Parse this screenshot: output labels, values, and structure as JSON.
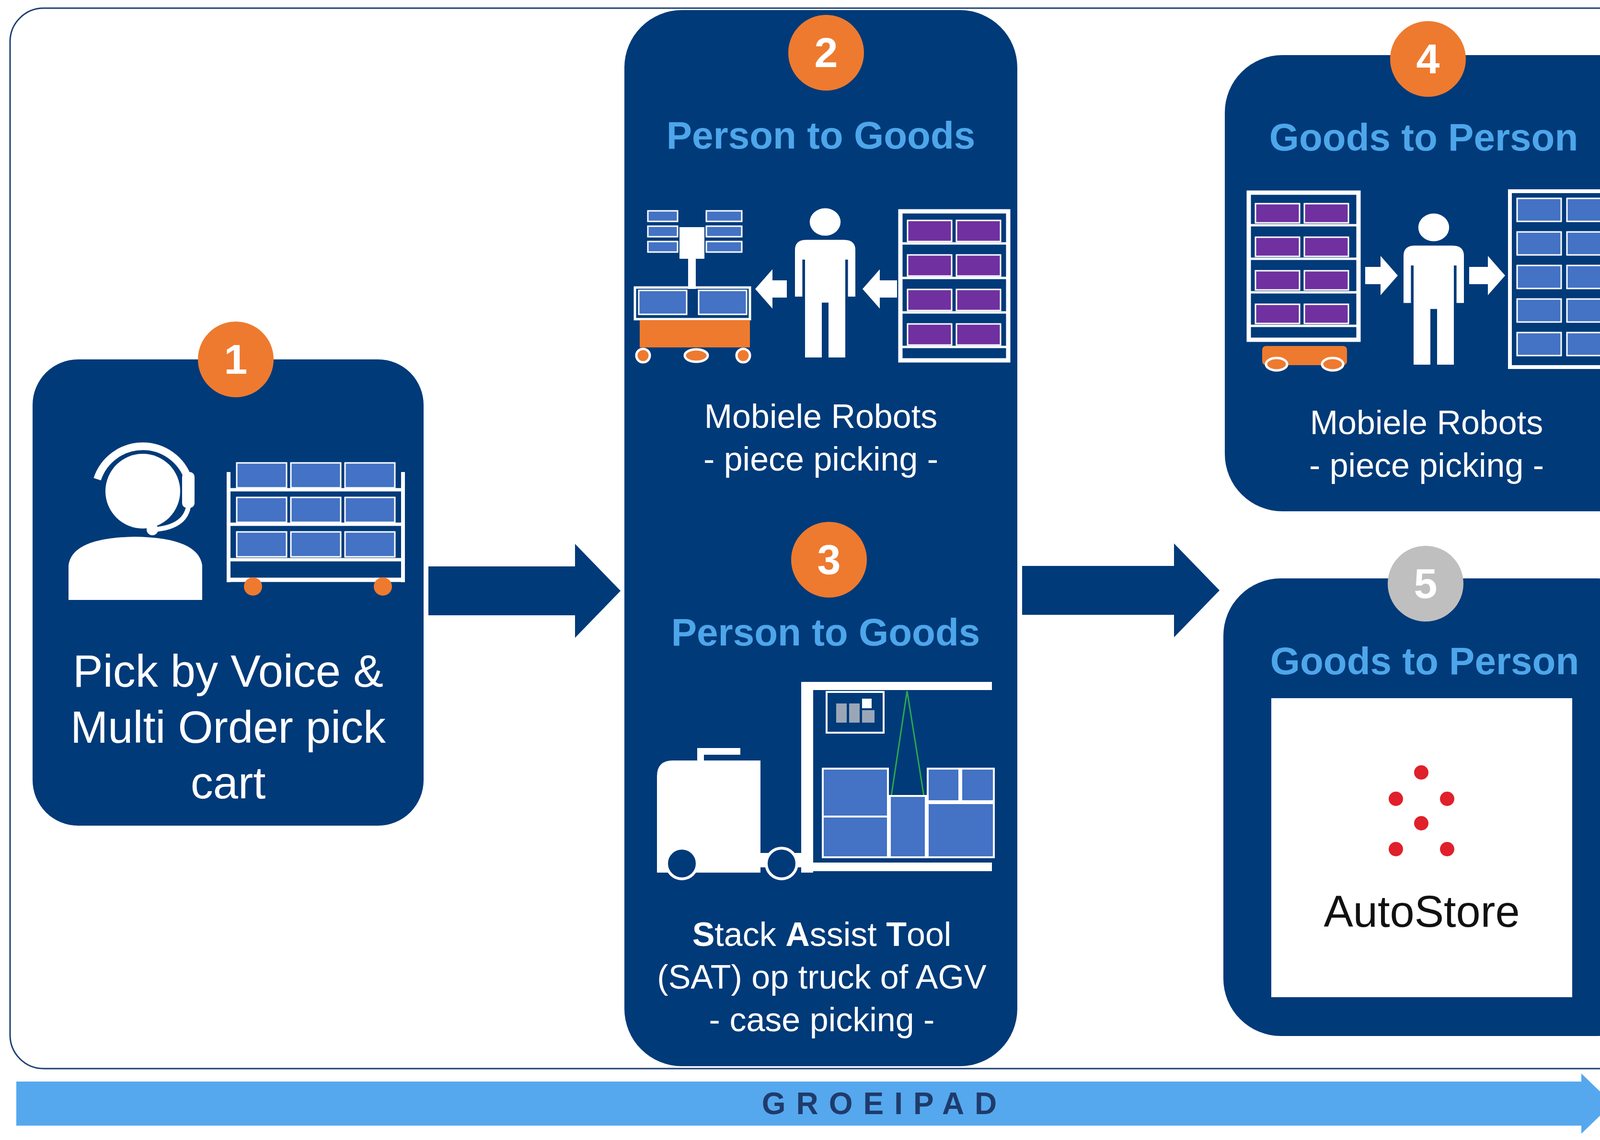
{
  "diagram": {
    "nodes": [
      {
        "text": [
          "Pick by Voice & Multi Order pick cart"
        ]
      },
      {
        "text": [
          "Person to Goods",
          "Mobiele Robots - piece picking -",
          "Person to Goods",
          "Stack Assist Tool (SAT) op truck of AGV - case picking -"
        ]
      },
      {
        "text": [
          "Goods to Person",
          "Mobiele Robots - piece picking -"
        ]
      },
      {
        "text": [
          "Goods to Person"
        ]
      },
      {
        "text": [
          "AutoStore"
        ],
        "in": 3
      }
    ],
    "edges": [
      {
        "from": 0,
        "to": 1,
        "arrow": "to"
      },
      {
        "from": 1,
        "to": 3,
        "arrow": "to"
      }
    ],
    "labels": [
      "1",
      "2",
      "3",
      "4",
      "5",
      "GROEIPAD"
    ]
  }
}
